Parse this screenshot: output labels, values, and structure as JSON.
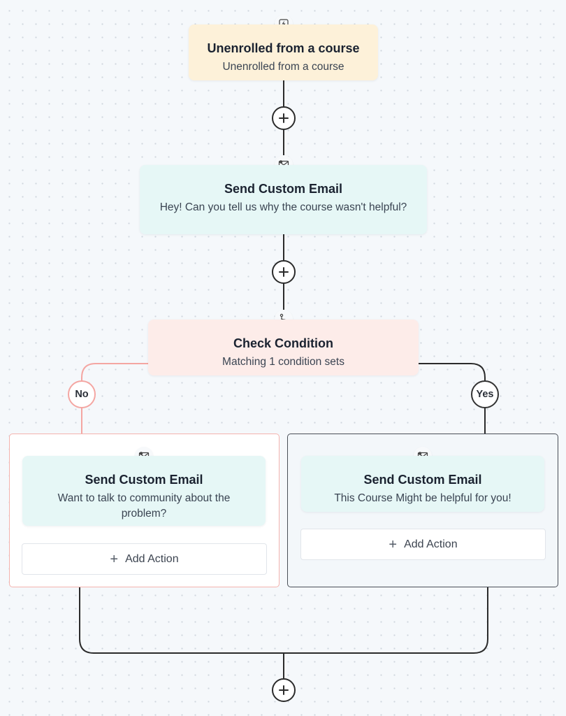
{
  "trigger": {
    "icon": "lightning-icon",
    "title": "Unenrolled from a course",
    "subtitle": "Unenrolled from a course"
  },
  "email_step_1": {
    "icon": "email-icon",
    "title": "Send Custom Email",
    "subtitle": "Hey! Can you tell us why the course wasn't helpful?"
  },
  "condition": {
    "icon": "branch-icon",
    "title": "Check Condition",
    "subtitle": "Matching 1 condition sets"
  },
  "branches": {
    "no": {
      "label": "No",
      "color": "#f4a6a2",
      "email": {
        "icon": "email-icon",
        "title": "Send Custom Email",
        "subtitle": "Want to talk to community about the problem?"
      },
      "add_action_label": "Add Action"
    },
    "yes": {
      "label": "Yes",
      "color": "#333333",
      "email": {
        "icon": "email-icon",
        "title": "Send Custom Email",
        "subtitle": "This Course Might be helpful for you!"
      },
      "add_action_label": "Add Action"
    }
  },
  "colors": {
    "trigger_bg": "#fdf1d9",
    "email_bg": "#e6f7f6",
    "condition_bg": "#fdece9",
    "connector": "#2b2b2b"
  }
}
